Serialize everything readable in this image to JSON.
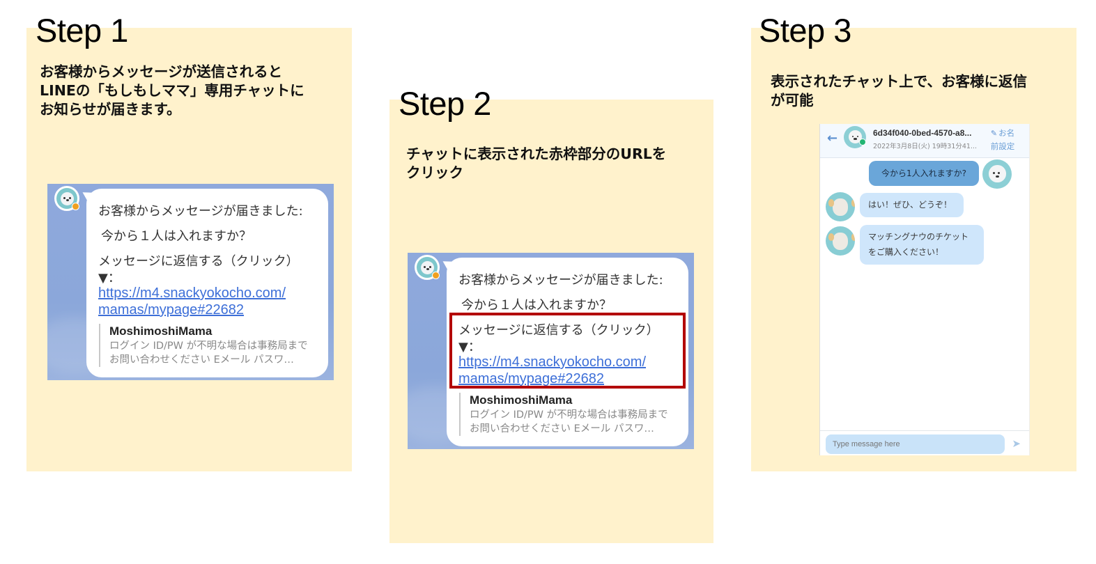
{
  "colors": {
    "panel_bg": "#fff2cc",
    "line_bg": "#8ea9dc",
    "link": "#3d6fd8",
    "highlight_frame": "#b30000",
    "chat_out_bubble": "#6aa6d9",
    "chat_in_bubble": "#cfe6fb",
    "online_status": "#22b573"
  },
  "steps": [
    {
      "title": "Step 1",
      "description_lines": [
        "お客様からメッセージが送信されると",
        "LINEの「もしもしママ」専用チャットに",
        "お知らせが届きます。"
      ],
      "notification": {
        "heading": "お客様からメッセージが届きました:",
        "message": "今から１人は入れますか？",
        "reply_label": "メッセージに返信する（クリック）",
        "arrow": "▼：",
        "url_line1": "https://m4.snackyokocho.com/",
        "url_line2": "mamas/mypage#22682",
        "preview_title": "MoshimoshiMama",
        "preview_line1": "ログイン ID/PW が不明な場合は事務局まで",
        "preview_line2": "お問い合わせください Eメール パスワ…"
      }
    },
    {
      "title": "Step 2",
      "description_lines": [
        "チャットに表示された赤枠部分のURLを",
        "クリック"
      ],
      "notification": {
        "heading": "お客様からメッセージが届きました:",
        "message": "今から１人は入れますか？",
        "reply_label": "メッセージに返信する（クリック）",
        "arrow": "▼：",
        "url_line1": "https://m4.snackyokocho.com/",
        "url_line2": "mamas/mypage#22682",
        "preview_title": "MoshimoshiMama",
        "preview_line1": "ログイン ID/PW が不明な場合は事務局まで",
        "preview_line2": "お問い合わせください Eメール パスワ…"
      }
    },
    {
      "title": "Step 3",
      "description_lines": [
        "表示されたチャット上で、お客様に返信",
        "が可能"
      ],
      "chat": {
        "back_icon": "←",
        "chat_id": "6d34f040-0bed-4570-a8...",
        "datetime": "2022年3月8日(火) 19時31分41...",
        "name_setting_line1": "お名",
        "name_setting_line2": "前設定",
        "name_setting_icon": "user-edit-icon",
        "messages": [
          {
            "direction": "out",
            "text": "今から1人入れますか?"
          },
          {
            "direction": "in",
            "text": "はい！ぜひ、どうぞ！"
          },
          {
            "direction": "in",
            "text_line1": "マッチングナウのチケット",
            "text_line2": "をご購入ください！"
          }
        ],
        "input_placeholder": "Type message here",
        "send_icon": "paper-plane-icon"
      }
    }
  ]
}
